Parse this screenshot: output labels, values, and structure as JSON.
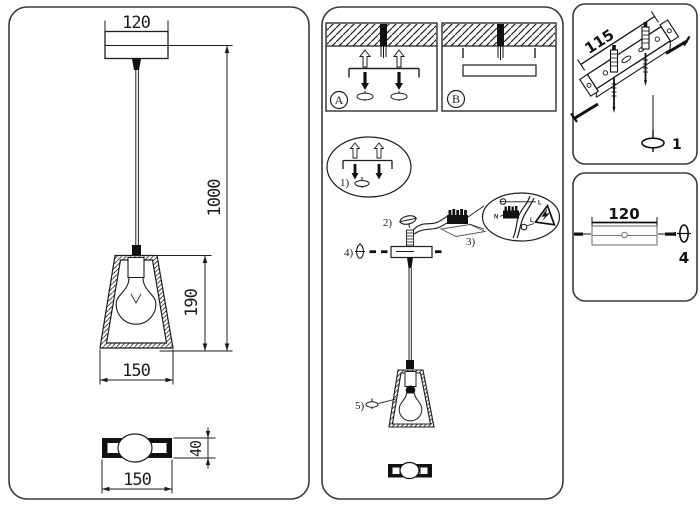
{
  "left_panel": {
    "canopy_width": "120",
    "cable_length": "1000",
    "shade_height": "190",
    "shade_width": "150",
    "base_width": "150",
    "base_height": "40"
  },
  "middle_panel": {
    "option_a": "A",
    "option_b": "B",
    "step_1": "1)",
    "step_2": "2)",
    "step_3": "3)",
    "step_4": "4)",
    "step_5": "5)",
    "wire_neutral": "N",
    "wire_live": "L"
  },
  "right_panel_top": {
    "bracket_length": "115",
    "qty": "1"
  },
  "right_panel_bottom": {
    "canopy_length": "120",
    "qty": "4"
  },
  "colors": {
    "ink": "#1d1d1d",
    "panel_border": "#3a3a3a"
  }
}
